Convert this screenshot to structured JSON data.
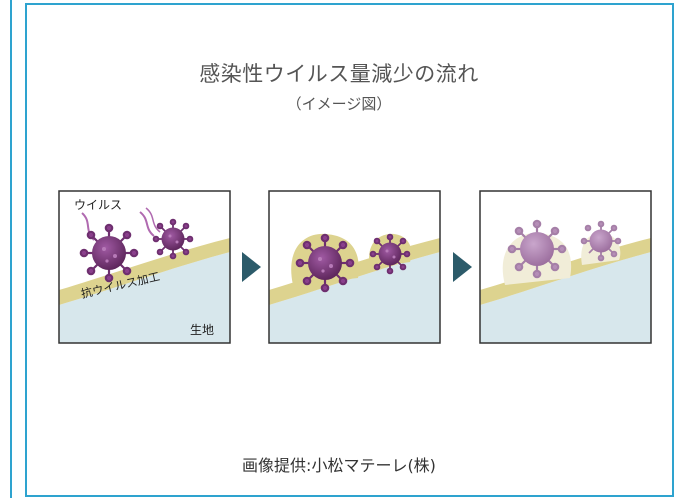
{
  "title": "感染性ウイルス量減少の流れ",
  "subtitle": "（イメージ図）",
  "caption": "画像提供:小松マテーレ(株)",
  "panels": [
    {
      "labels": {
        "virus": "ウイルス",
        "coating": "抗ウイルス加工",
        "fabric": "生地"
      }
    },
    {
      "labels": {}
    },
    {
      "labels": {}
    }
  ],
  "colors": {
    "border": "#2ea3cf",
    "fabric": "#d7e7ec",
    "coating": "#ddd38f",
    "virus": "#6e2f6f",
    "arrow": "#2c5b6a"
  }
}
